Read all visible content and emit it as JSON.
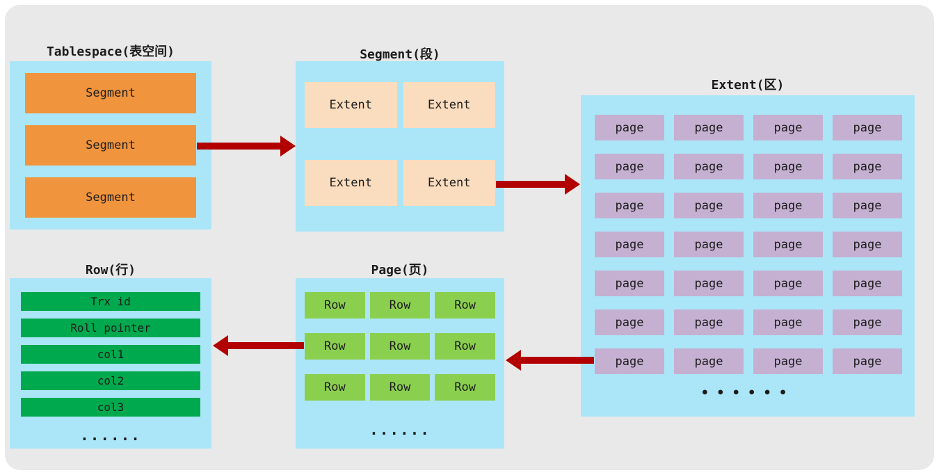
{
  "colors": {
    "background": "#e9e9e9",
    "container": "#abe6f8",
    "segment_box": "#f0943d",
    "extent_box": "#fadcbe",
    "page_box": "#c5b0d2",
    "row_box": "#8bcf4e",
    "field_box": "#00a84e",
    "arrow": "#b20000",
    "text": "#1c1c1c"
  },
  "tablespace": {
    "title": "Tablespace(表空间)",
    "segments": [
      "Segment",
      "Segment",
      "Segment"
    ]
  },
  "segment": {
    "title": "Segment(段)",
    "extents": [
      "Extent",
      "Extent",
      "Extent",
      "Extent"
    ]
  },
  "extent": {
    "title": "Extent(区)",
    "page_label": "page",
    "ellipsis": "••••••"
  },
  "page": {
    "title": "Page(页)",
    "row_label": "Row",
    "ellipsis": "......"
  },
  "row": {
    "title": "Row(行)",
    "fields": [
      "Trx id",
      "Roll pointer",
      "col1",
      "col2",
      "col3"
    ],
    "ellipsis": "......"
  }
}
